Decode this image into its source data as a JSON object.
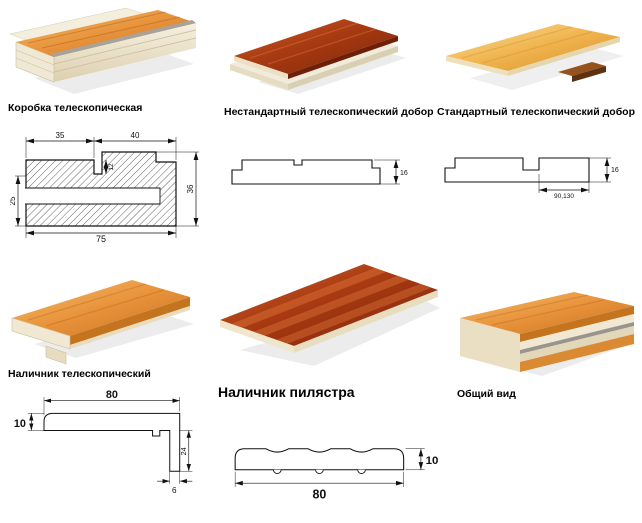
{
  "sections": [
    {
      "label": "Коробка телескопическая"
    },
    {
      "label": "Нестандартный телескопический добор"
    },
    {
      "label": "Стандартный телескопический добор"
    },
    {
      "label": "Наличник телескопический"
    },
    {
      "label": "Наличник пилястра"
    },
    {
      "label": "Общий вид"
    }
  ],
  "dimensions": {
    "korobka": {
      "w_left": "35",
      "w_right": "40",
      "groove": "12",
      "h_lower": "25",
      "h_total": "36",
      "w_total": "75"
    },
    "dobor_nonstandard": {
      "thickness": "16"
    },
    "dobor_standard": {
      "width_options": "90,130",
      "thickness": "16"
    },
    "nalichnik_telescopic": {
      "width": "80",
      "thickness": "10",
      "flange": "24",
      "flange_thickness": "6"
    },
    "nalichnik_pilastra": {
      "width": "80",
      "thickness": "10"
    }
  },
  "colors": {
    "wood_orange": "#e8933c",
    "wood_mahogany": "#a83a12",
    "wood_golden": "#f0b44e",
    "mdf_cream": "#efe8d5",
    "seal_gray": "#a7a39a",
    "drawing_line": "#111111",
    "background": "#ffffff"
  }
}
